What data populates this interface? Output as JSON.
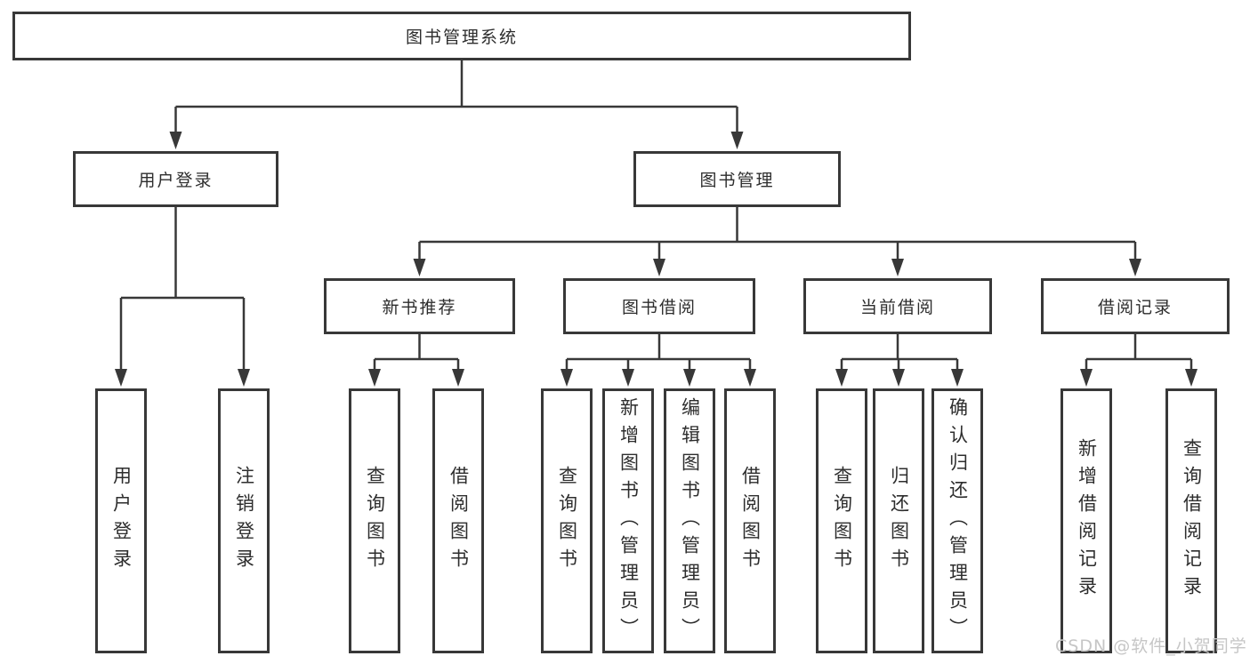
{
  "tree": {
    "label": "图书管理系统",
    "children": [
      {
        "label": "用户登录",
        "children": [
          {
            "label": "用户登录"
          },
          {
            "label": "注销登录"
          }
        ]
      },
      {
        "label": "图书管理",
        "children": [
          {
            "label": "新书推荐",
            "children": [
              {
                "label": "查询图书"
              },
              {
                "label": "借阅图书"
              }
            ]
          },
          {
            "label": "图书借阅",
            "children": [
              {
                "label": "查询图书"
              },
              {
                "label": "新增图书（管理员）"
              },
              {
                "label": "编辑图书（管理员）"
              },
              {
                "label": "借阅图书"
              }
            ]
          },
          {
            "label": "当前借阅",
            "children": [
              {
                "label": "查询图书"
              },
              {
                "label": "归还图书"
              },
              {
                "label": "确认归还（管理员）"
              }
            ]
          },
          {
            "label": "借阅记录",
            "children": [
              {
                "label": "新增借阅记录"
              },
              {
                "label": "查询借阅记录"
              }
            ]
          }
        ]
      }
    ]
  },
  "watermark": {
    "text": "CSDN @软件_小贺同学"
  },
  "colors": {
    "line": "#383838",
    "border": "#383838",
    "text": "#2d2d2d",
    "background": "#ffffff",
    "watermark": "#c6c6c6"
  }
}
